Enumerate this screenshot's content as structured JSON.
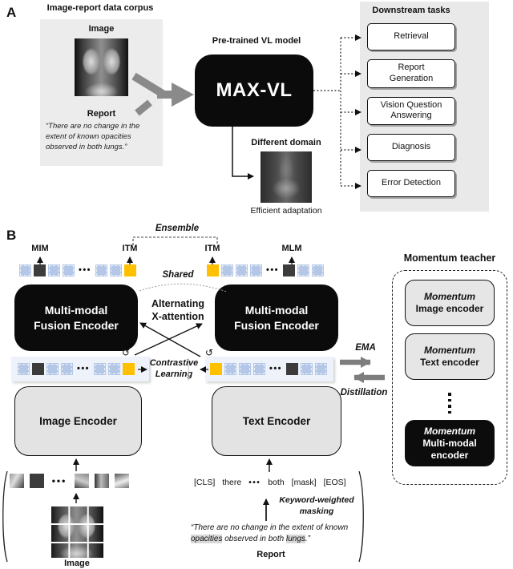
{
  "colors": {
    "token_blue": "#b4c7e7",
    "token_dark": "#3c3c3c",
    "token_yellow": "#ffc000",
    "panel_gray": "#ececec",
    "arrow_gray": "#8a8a8a",
    "highlight": "#d8d8d8"
  },
  "panel_a": {
    "label": "A",
    "corpus": {
      "title": "Image-report data corpus",
      "image_label": "Image",
      "report_label": "Report",
      "report_quote": "“There are no change in the extent of known opacities observed in both lungs.”"
    },
    "model": {
      "caption": "Pre-trained VL model",
      "name": "MAX-VL"
    },
    "adaptation": {
      "caption": "Different domain",
      "note": "Efficient adaptation"
    },
    "downstream": {
      "title": "Downstream tasks",
      "tasks": [
        "Retrieval",
        "Report Generation",
        "Vision Question Answering",
        "Diagnosis",
        "Error Detection"
      ]
    }
  },
  "panel_b": {
    "label": "B",
    "heads": {
      "mim": "MIM",
      "itm_left": "ITM",
      "itm_right": "ITM",
      "mlm": "MLM"
    },
    "annotations": {
      "ensemble": "Ensemble",
      "shared": "Shared",
      "alt_attention_line1": "Alternating",
      "alt_attention_line2": "X-attention",
      "contrastive_line1": "Contrastive",
      "contrastive_line2": "Learning",
      "ema": "EMA",
      "distillation": "Distillation"
    },
    "encoders": {
      "fusion_line1": "Multi-modal",
      "fusion_line2": "Fusion Encoder",
      "image": "Image Encoder",
      "text": "Text Encoder"
    },
    "token_rows": {
      "top_left": [
        "blue",
        "dark",
        "blue",
        "blue",
        "dots",
        "blue",
        "blue",
        "yellow"
      ],
      "top_right": [
        "yellow",
        "blue",
        "blue",
        "blue",
        "dots",
        "dark",
        "blue",
        "blue"
      ],
      "bottom_left": [
        "blue",
        "dark",
        "blue",
        "blue",
        "dots",
        "blue",
        "blue",
        "yellow"
      ],
      "bottom_right": [
        "yellow",
        "blue",
        "blue",
        "blue",
        "dots",
        "dark",
        "blue",
        "blue"
      ]
    },
    "teacher": {
      "title": "Momentum teacher",
      "boxes": [
        {
          "line1": "Momentum",
          "line2": "Image encoder",
          "variant": "light"
        },
        {
          "line1": "Momentum",
          "line2": "Text encoder",
          "variant": "light"
        },
        {
          "variant": "dots"
        },
        {
          "line1": "Momentum",
          "line2": "Multi-modal encoder",
          "variant": "dark"
        }
      ]
    },
    "inputs": {
      "image_label": "Image",
      "patches": [
        "x1",
        "dark",
        "dots",
        "x2",
        "x3",
        "x4"
      ],
      "text_tokens": [
        "[CLS]",
        "there",
        "•••",
        "both",
        "[mask]",
        "[EOS]"
      ],
      "masking_line1": "Keyword-weighted",
      "masking_line2": "masking",
      "report_label": "Report",
      "quote_segments": [
        {
          "text": "“There are no change in the extent of known ",
          "hl": false
        },
        {
          "text": "opacities",
          "hl": true
        },
        {
          "text": " observed in both ",
          "hl": false
        },
        {
          "text": "lungs",
          "hl": true
        },
        {
          "text": ".”",
          "hl": false
        }
      ]
    }
  }
}
